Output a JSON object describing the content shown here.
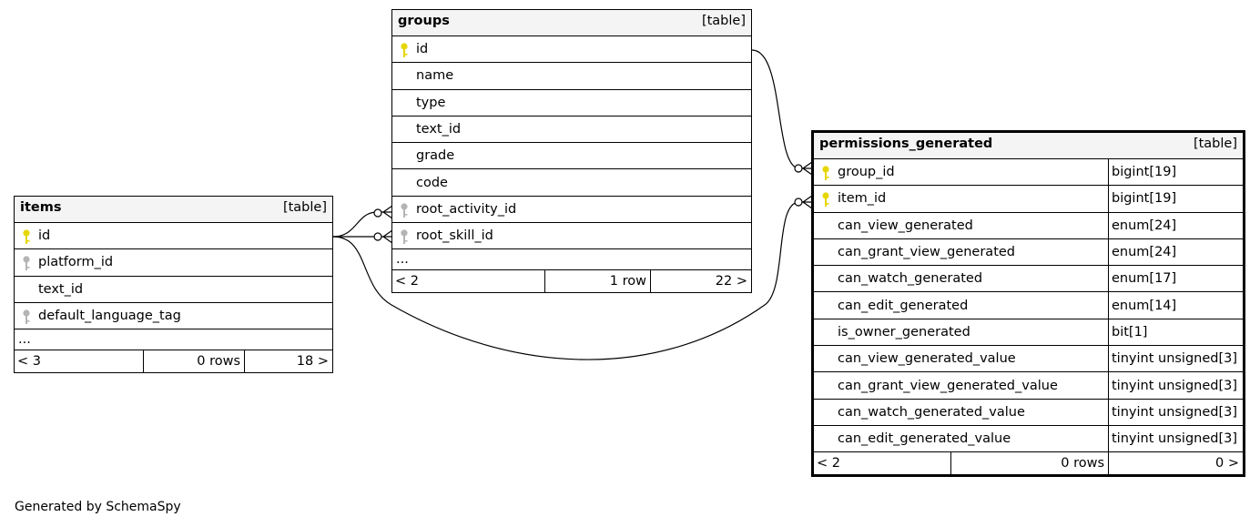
{
  "footer_text": "Generated by SchemaSpy",
  "tables": {
    "groups": {
      "name": "groups",
      "kind": "[table]",
      "columns": [
        {
          "name": "id",
          "key": "primary"
        },
        {
          "name": "name",
          "key": "none"
        },
        {
          "name": "type",
          "key": "none"
        },
        {
          "name": "text_id",
          "key": "none"
        },
        {
          "name": "grade",
          "key": "none"
        },
        {
          "name": "code",
          "key": "none"
        },
        {
          "name": "root_activity_id",
          "key": "foreign"
        },
        {
          "name": "root_skill_id",
          "key": "foreign"
        }
      ],
      "more": "...",
      "footer": {
        "parents": "< 2",
        "rows": "1 row",
        "children": "22 >"
      }
    },
    "items": {
      "name": "items",
      "kind": "[table]",
      "columns": [
        {
          "name": "id",
          "key": "primary"
        },
        {
          "name": "platform_id",
          "key": "foreign"
        },
        {
          "name": "text_id",
          "key": "none"
        },
        {
          "name": "default_language_tag",
          "key": "foreign"
        }
      ],
      "more": "...",
      "footer": {
        "parents": "< 3",
        "rows": "0 rows",
        "children": "18 >"
      }
    },
    "permissions_generated": {
      "name": "permissions_generated",
      "kind": "[table]",
      "columns": [
        {
          "name": "group_id",
          "type": "bigint[19]",
          "key": "primary"
        },
        {
          "name": "item_id",
          "type": "bigint[19]",
          "key": "primary"
        },
        {
          "name": "can_view_generated",
          "type": "enum[24]",
          "key": "none"
        },
        {
          "name": "can_grant_view_generated",
          "type": "enum[24]",
          "key": "none"
        },
        {
          "name": "can_watch_generated",
          "type": "enum[17]",
          "key": "none"
        },
        {
          "name": "can_edit_generated",
          "type": "enum[14]",
          "key": "none"
        },
        {
          "name": "is_owner_generated",
          "type": "bit[1]",
          "key": "none"
        },
        {
          "name": "can_view_generated_value",
          "type": "tinyint unsigned[3]",
          "key": "none"
        },
        {
          "name": "can_grant_view_generated_value",
          "type": "tinyint unsigned[3]",
          "key": "none"
        },
        {
          "name": "can_watch_generated_value",
          "type": "tinyint unsigned[3]",
          "key": "none"
        },
        {
          "name": "can_edit_generated_value",
          "type": "tinyint unsigned[3]",
          "key": "none"
        }
      ],
      "footer": {
        "parents": "< 2",
        "rows": "0 rows",
        "children": "0 >"
      }
    }
  },
  "colors": {
    "primary_key": "#e6d600",
    "foreign_key": "#b4b4b4",
    "header_bg": "#f4f4f4"
  }
}
